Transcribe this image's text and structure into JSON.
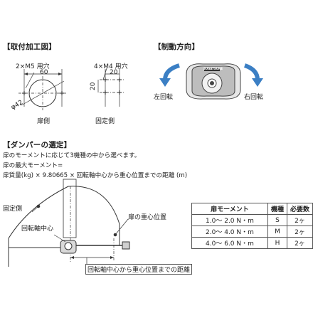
{
  "mounting": {
    "heading": "【取付加工図】",
    "door_side": {
      "hole_callout": "2×M5 用穴",
      "pitch": "60",
      "diameter": "φ42",
      "caption": "扉側"
    },
    "fixed_side": {
      "hole_callout": "4×M4 用穴",
      "pitch_h": "20",
      "pitch_v": "20",
      "caption": "固定側"
    }
  },
  "rotation": {
    "heading": "【制動方向】",
    "left_label": "左回転",
    "right_label": "右回転",
    "brand": "SUGATSUNE"
  },
  "damper_selection": {
    "heading": "【ダンパーの選定】",
    "line1": "扉のモーメントに応じて3機種の中から選べます。",
    "line2": "扉の最大モーメント=",
    "line3": "扉質量(kg) × 9.80665 × 回転軸中心から重心位置までの距離 (m)"
  },
  "diagram": {
    "fixed_side_label": "固定側",
    "axis_label": "回転軸中心",
    "cog_label": "扉の重心位置",
    "distance_label": "回転軸中心から重心位置までの距離"
  },
  "table": {
    "headers": [
      "扉モーメント",
      "機種",
      "必要数"
    ],
    "rows": [
      [
        "1.0～ 2.0 N・m",
        "S",
        "2ヶ"
      ],
      [
        "2.0～ 4.0 N・m",
        "M",
        "2ヶ"
      ],
      [
        "4.0～ 6.0 N・m",
        "H",
        "2ヶ"
      ]
    ]
  },
  "colors": {
    "arrow_blue": "#3b7fc4",
    "line": "#333333",
    "damper_body": "#d9d9d9"
  }
}
